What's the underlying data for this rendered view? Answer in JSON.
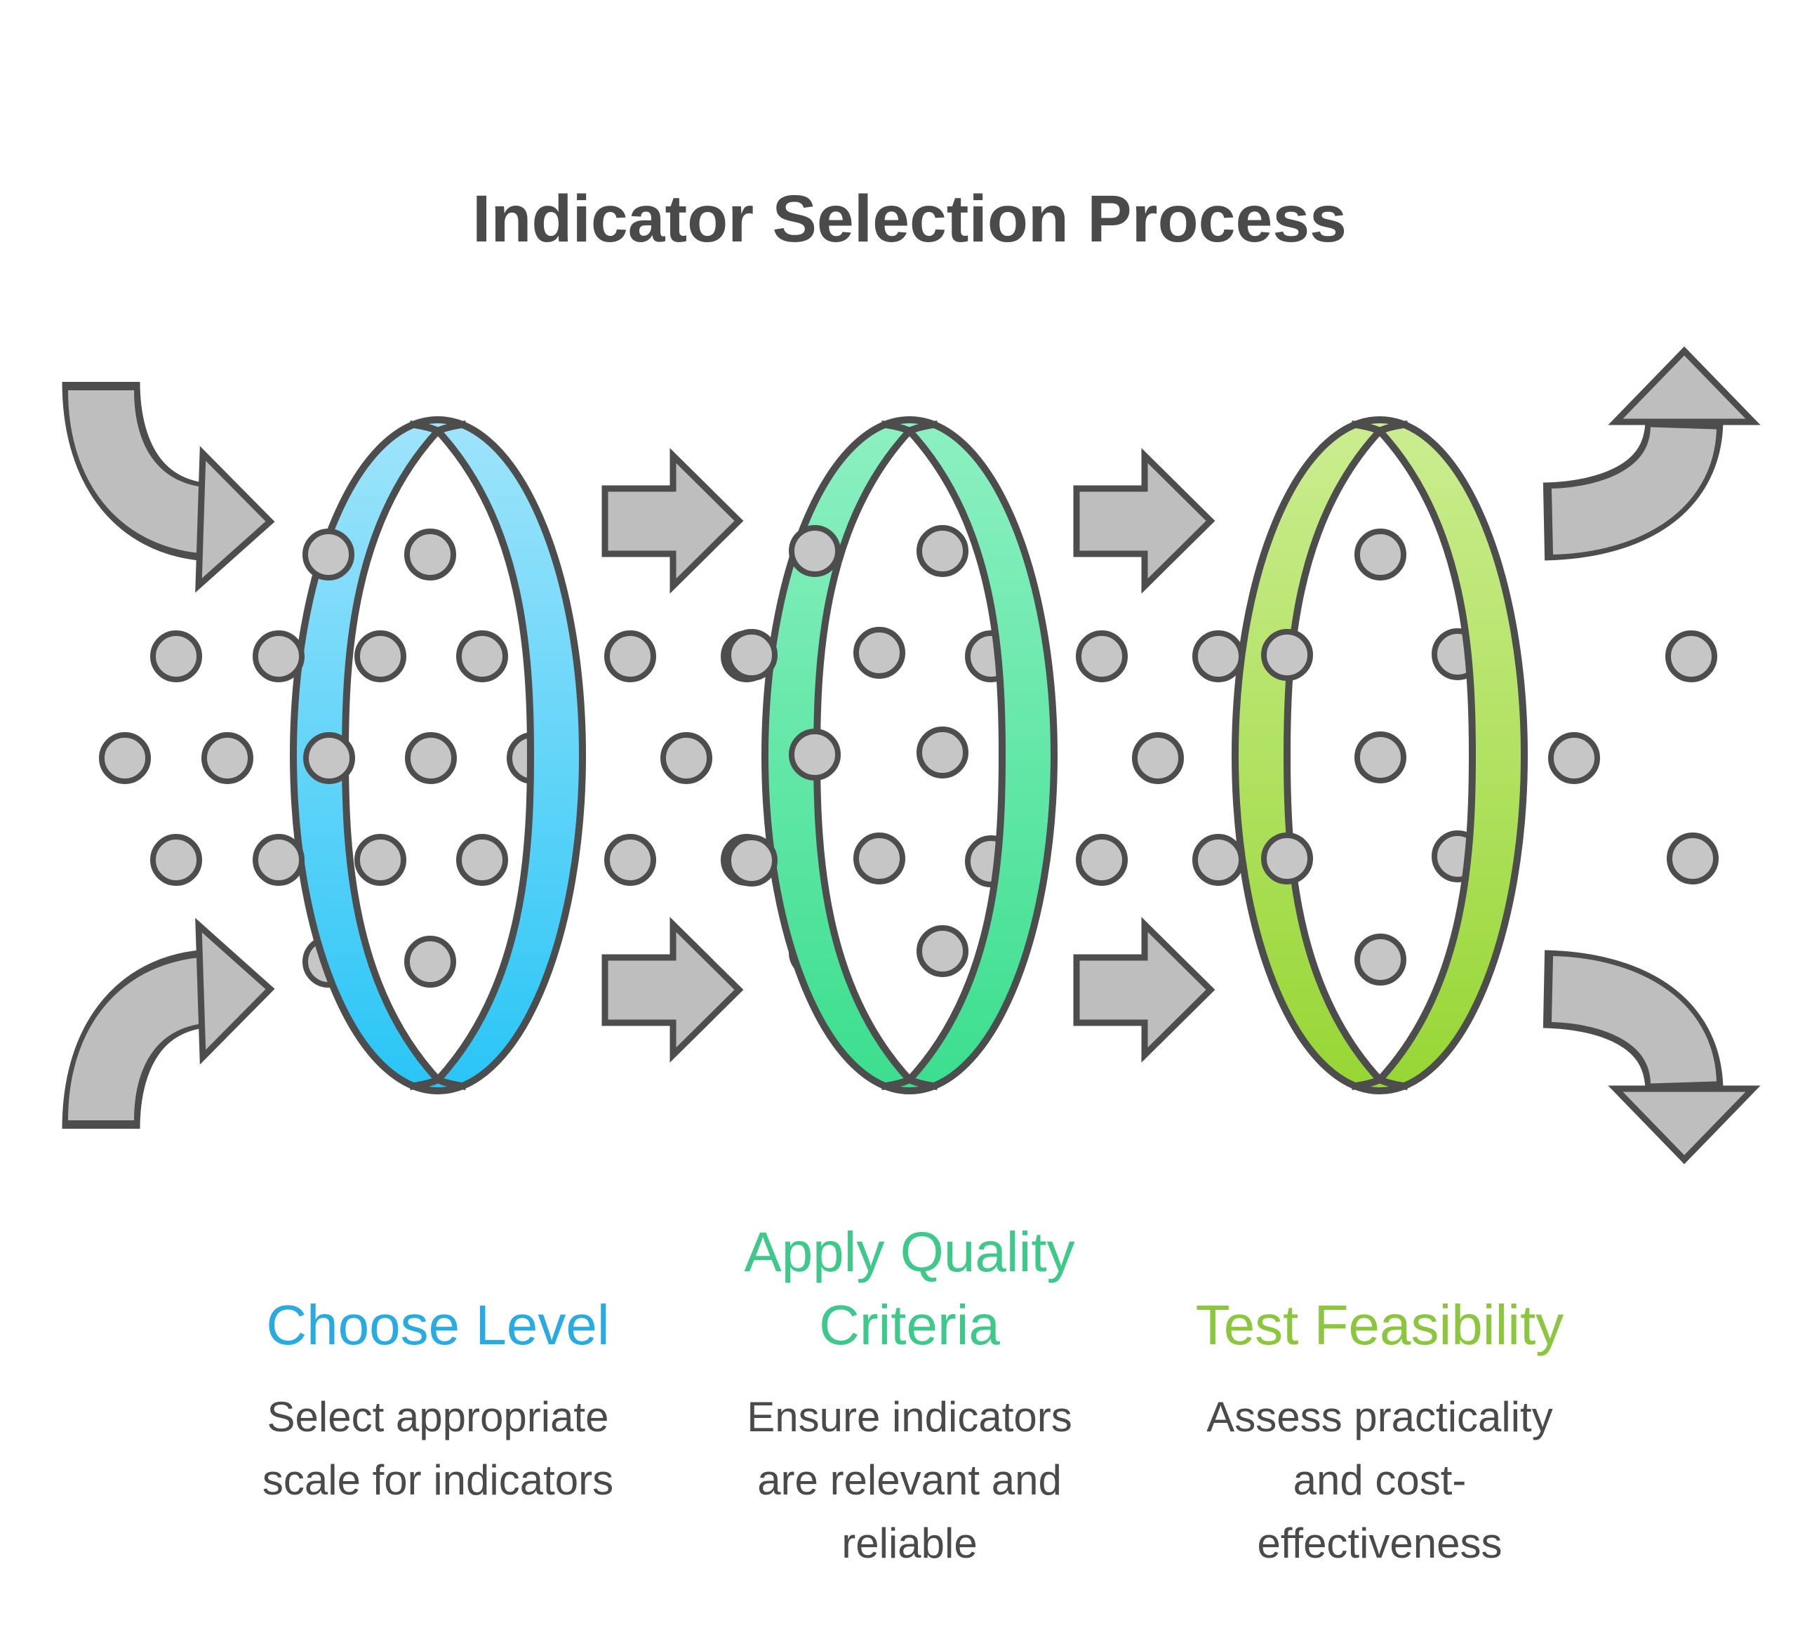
{
  "title": "Indicator Selection Process",
  "colors": {
    "outline": "#4D4D4D",
    "text_dark": "#4A4A4A",
    "dot_fill": "#C6C6C6",
    "arrow_fill": "#BEBEBE",
    "background": "#FFFFFF",
    "stage1_accent": "#29ABE2",
    "stage2_accent": "#3EC98B",
    "stage3_accent": "#8CC63F",
    "ring1_gradient_top": "#9FE4FB",
    "ring1_gradient_bottom": "#29C5F6",
    "ring2_gradient_top": "#8DF0C2",
    "ring2_gradient_bottom": "#3BDE8E",
    "ring3_gradient_top": "#CBED90",
    "ring3_gradient_bottom": "#97D634"
  },
  "icons": {
    "inflow_arrow": "curved-arrow-icon",
    "outflow_arrow": "curved-arrow-icon",
    "flow_arrow": "right-arrow-icon",
    "indicator_dot": "dot-icon",
    "filter_ring": "ribbon-loop-icon"
  },
  "stages": [
    {
      "heading_lines": [
        "Choose Level"
      ],
      "description_lines": [
        "Select appropriate",
        "scale for indicators"
      ]
    },
    {
      "heading_lines": [
        "Apply Quality",
        "Criteria"
      ],
      "description_lines": [
        "Ensure indicators",
        "are relevant and",
        "reliable"
      ]
    },
    {
      "heading_lines": [
        "Test Feasibility"
      ],
      "description_lines": [
        "Assess practicality",
        "and cost-",
        "effectiveness"
      ]
    }
  ]
}
